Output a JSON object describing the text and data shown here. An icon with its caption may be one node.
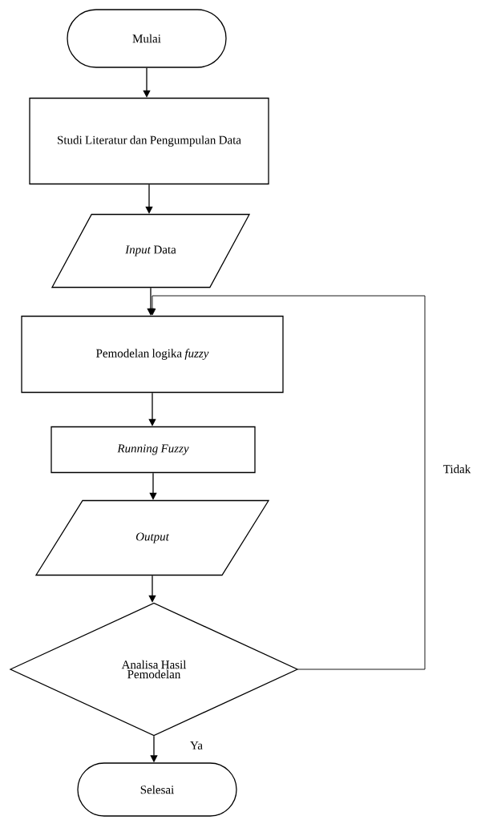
{
  "diagram": {
    "nodes": [
      {
        "text": [
          "Mulai"
        ]
      },
      {
        "text": [
          "Studi Literatur dan Pengumpulan Data"
        ]
      },
      {
        "text": [
          "*Input* Data"
        ]
      },
      {
        "text": [
          "Pemodelan logika *fuzzy*"
        ]
      },
      {
        "text": [
          "Running Fuzzy"
        ]
      },
      {
        "text": [
          "Output"
        ]
      },
      {
        "text": [
          "Analisa Hasil Pemodelan"
        ]
      },
      {
        "text": [
          "Selesai"
        ]
      }
    ],
    "edges": [
      {
        "from": 0,
        "to": 1,
        "arrow": "to"
      },
      {
        "from": 1,
        "to": 2,
        "arrow": "to"
      },
      {
        "from": 2,
        "to": 3,
        "arrow": "to"
      },
      {
        "from": 3,
        "to": 4,
        "arrow": "to"
      },
      {
        "from": 4,
        "to": 5,
        "arrow": "to"
      },
      {
        "from": 5,
        "to": 6,
        "arrow": "to"
      },
      {
        "from": 6,
        "to": 7,
        "arrow": "to",
        "label": "Ya"
      },
      {
        "from": 6,
        "to": 3,
        "arrow": "to",
        "label": "Tidak"
      }
    ]
  }
}
